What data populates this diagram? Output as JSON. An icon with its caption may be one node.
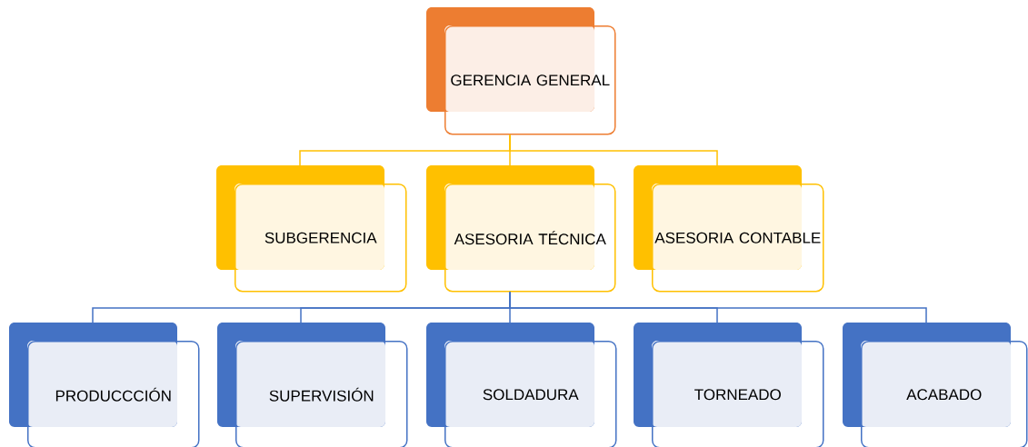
{
  "diagram": {
    "nodes": [
      {
        "text": [
          "GERENCIA GENERAL"
        ]
      },
      {
        "text": [
          "SUBGERENCIA"
        ]
      },
      {
        "text": [
          "ASESORIA TÉCNICA"
        ]
      },
      {
        "text": [
          "ASESORIA CONTABLE"
        ]
      },
      {
        "text": [
          "PRODUCCCIÓN"
        ]
      },
      {
        "text": [
          "SUPERVISIÓN"
        ]
      },
      {
        "text": [
          "SOLDADURA"
        ]
      },
      {
        "text": [
          "TORNEADO"
        ]
      },
      {
        "text": [
          "ACABADO"
        ]
      }
    ],
    "edges": [
      {
        "from": 0,
        "to": 1,
        "arrow": "none",
        "color": "#ffc000"
      },
      {
        "from": 0,
        "to": 2,
        "arrow": "none",
        "color": "#ffc000"
      },
      {
        "from": 0,
        "to": 3,
        "arrow": "none",
        "color": "#ffc000"
      },
      {
        "from": 2,
        "to": 4,
        "arrow": "none"
      },
      {
        "from": 2,
        "to": 5,
        "arrow": "none"
      },
      {
        "from": 2,
        "to": 6,
        "arrow": "none"
      },
      {
        "from": 2,
        "to": 7,
        "arrow": "none"
      },
      {
        "from": 2,
        "to": 8,
        "arrow": "none"
      }
    ]
  }
}
